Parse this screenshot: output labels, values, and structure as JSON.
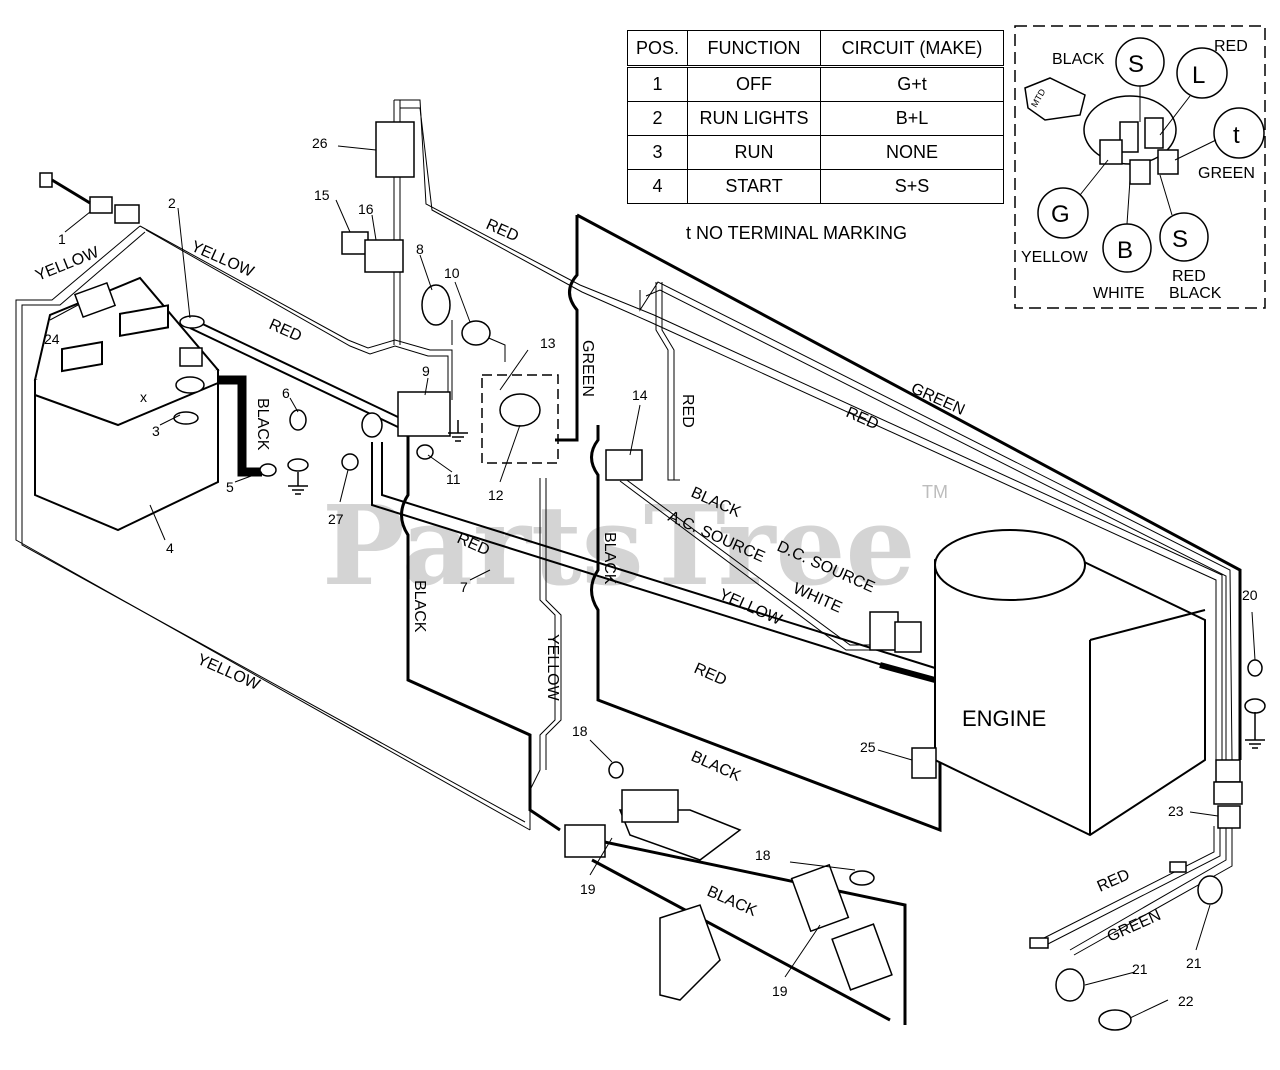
{
  "table": {
    "headers": [
      "POS.",
      "FUNCTION",
      "CIRCUIT  (MAKE)"
    ],
    "rows": [
      {
        "pos": "1",
        "function": "OFF",
        "circuit": "G+t"
      },
      {
        "pos": "2",
        "function": "RUN LIGHTS",
        "circuit": "B+L"
      },
      {
        "pos": "3",
        "function": "RUN",
        "circuit": "NONE"
      },
      {
        "pos": "4",
        "function": "START",
        "circuit": "S+S"
      }
    ],
    "note": "t  NO TERMINAL MARKING"
  },
  "switch_diagram": {
    "terminals": {
      "s_top": "S",
      "l": "L",
      "t": "t",
      "g": "G",
      "b": "B",
      "s_bottom": "S"
    },
    "labels": {
      "black": "BLACK",
      "red": "RED",
      "green": "GREEN",
      "yellow": "YELLOW",
      "white": "WHITE",
      "red_black_1": "RED",
      "red_black_2": "BLACK"
    },
    "key_text": "MTD"
  },
  "wire_labels": {
    "yellow": "YELLOW",
    "red": "RED",
    "green": "GREEN",
    "black": "BLACK",
    "white": "WHITE",
    "ac_source": "A.C. SOURCE",
    "dc_source": "D.C. SOURCE"
  },
  "engine_label": "ENGINE",
  "battery_mark": "x",
  "watermark": {
    "text": "PartsTree",
    "tm": "TM"
  },
  "parts": [
    "1",
    "2",
    "3",
    "4",
    "5",
    "6",
    "7",
    "8",
    "9",
    "10",
    "11",
    "12",
    "13",
    "14",
    "15",
    "16",
    "18",
    "19",
    "20",
    "21",
    "22",
    "23",
    "24",
    "25",
    "26",
    "27"
  ]
}
